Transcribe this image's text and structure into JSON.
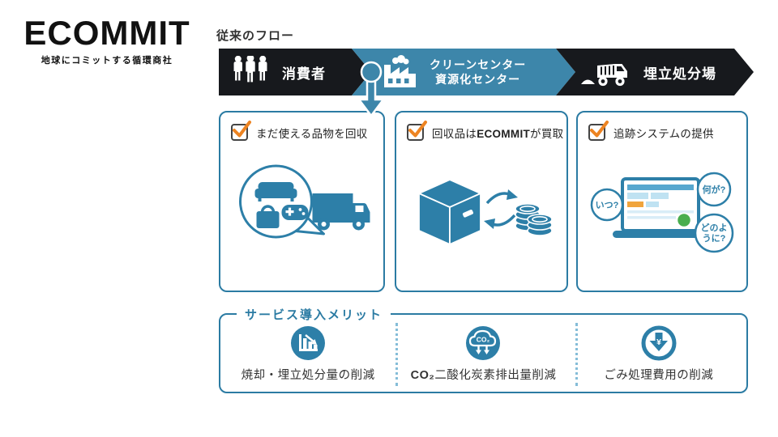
{
  "logo": {
    "title": "ECOMMIT",
    "tagline": "地球にコミットする循環商社"
  },
  "flow": {
    "label": "従来のフロー",
    "steps": [
      {
        "label": "消費者",
        "icon": "people-icon"
      },
      {
        "line1": "クリーンセンター",
        "line2": "資源化センター",
        "icon": "factory-icon"
      },
      {
        "label": "埋立処分場",
        "icon": "dump-truck-icon"
      }
    ]
  },
  "cards": [
    {
      "title": "まだ使える品物を回収",
      "illustration": "collection-truck"
    },
    {
      "title_prefix": "回収品は",
      "title_brand": "ECOMMIT",
      "title_suffix": "が買取",
      "illustration": "box-exchange-coins"
    },
    {
      "title": "追跡システムの提供",
      "illustration": "tracking-laptop",
      "bubbles": {
        "when": "いつ?",
        "what": "何が?",
        "how_line1": "どのよ",
        "how_line2": "うに?"
      }
    }
  ],
  "merits": {
    "title": "サービス導入メリット",
    "items": [
      {
        "label": "焼却・埋立処分量の削減",
        "icon": "declining-chart-icon"
      },
      {
        "prefix": "CO₂",
        "label": "二酸化炭素排出量削減",
        "icon": "co2-cloud-icon",
        "icon_label": "CO₂"
      },
      {
        "label": "ごみ処理費用の削減",
        "icon": "cost-down-icon",
        "icon_label": "¥"
      }
    ]
  },
  "colors": {
    "flow_blue": "#3d86aa",
    "flow_dark": "#17191d",
    "border_blue": "#2b7ba3",
    "icon_blue": "#2d7fa8",
    "check_orange": "#ed8422"
  }
}
